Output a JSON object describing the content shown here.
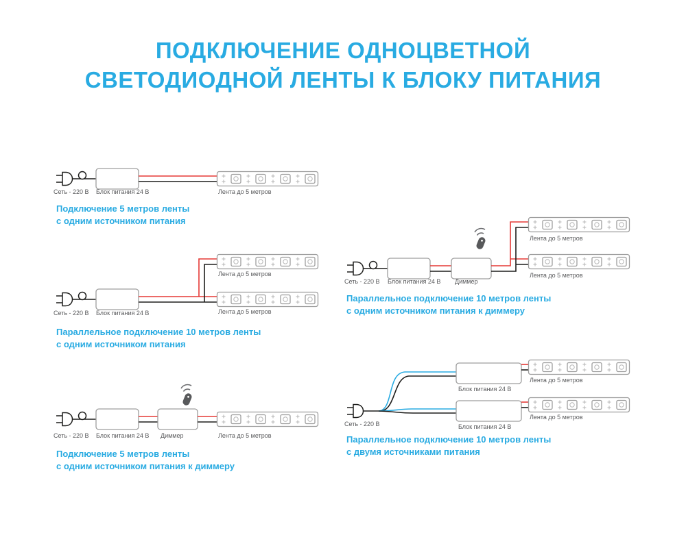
{
  "title": {
    "line1": "ПОДКЛЮЧЕНИЕ ОДНОЦВЕТНОЙ",
    "line2": "СВЕТОДИОДНОЙ ЛЕНТЫ К БЛОКУ ПИТАНИЯ"
  },
  "labels": {
    "mains": "Сеть - 220 В",
    "psu": "Блок питания 24 В",
    "dimmer": "Диммер",
    "strip": "Лента до 5 метров"
  },
  "diagrams": [
    {
      "id": "d1",
      "caption_line1": "Подключение 5 метров ленты",
      "caption_line2": "с одним источником питания"
    },
    {
      "id": "d2",
      "caption_line1": "Параллельное подключение 10 метров ленты",
      "caption_line2": "с одним источником питания"
    },
    {
      "id": "d3",
      "caption_line1": "Подключение 5 метров ленты",
      "caption_line2": "с одним источником питания к диммеру"
    },
    {
      "id": "d4",
      "caption_line1": "Параллельное подключение 10 метров ленты",
      "caption_line2": "с одним источником питания к диммеру"
    },
    {
      "id": "d5",
      "caption_line1": "Параллельное подключение 10 метров ленты",
      "caption_line2": "с двумя источниками питания"
    }
  ],
  "colors": {
    "accent": "#29abe2",
    "wire_red": "#e53935",
    "wire_black": "#1d1d1b",
    "wire_blue": "#29abe2",
    "outline": "#9d9d9d",
    "label": "#58595b"
  }
}
